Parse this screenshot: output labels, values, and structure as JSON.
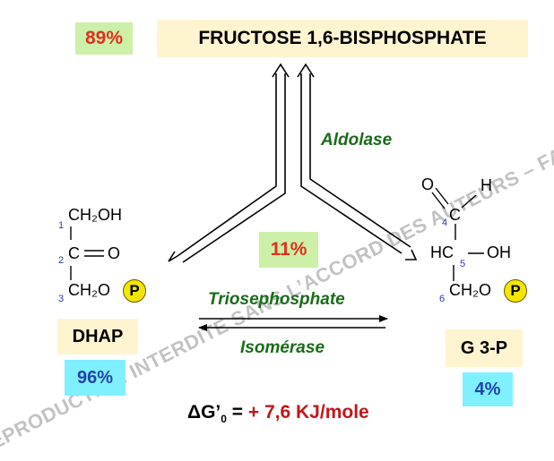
{
  "title": "FRUCTOSE 1,6-BISPHOSPHATE",
  "fbp_percent": "89%",
  "aldolase": "Aldolase",
  "triose_percent": "11%",
  "isomerase_line1": "Triosephosphate",
  "isomerase_line2": "Isomérase",
  "dhap": {
    "name": "DHAP",
    "percent": "96%",
    "c1": "CH₂OH",
    "c2": "C",
    "o2": "O",
    "c3": "CH₂O",
    "num1": "1",
    "num2": "2",
    "num3": "3",
    "p": "P"
  },
  "g3p": {
    "name": "G 3-P",
    "percent": "4%",
    "o": "O",
    "h": "H",
    "c4": "C",
    "c5": "HC",
    "oh": "OH",
    "c6": "CH₂O",
    "num4": "4",
    "num5": "5",
    "num6": "6",
    "p": "P"
  },
  "delta_g": {
    "symbol": "ΔG’",
    "sub": "0",
    "eq": " = ",
    "value": "+ 7,6 KJ/mole"
  },
  "watermark": "REPRODUCTION INTERDITE SANS L’ACCORD DES AUTEURS – FAC",
  "colors": {
    "percent_red": "#e03020",
    "percent_blue": "#2244aa",
    "box_green": "#ccf0a8",
    "box_cyan": "#7ff0ff",
    "title_bg": "#fff4d0",
    "italic_green": "#1a6b1a",
    "value_red": "#c01818"
  }
}
